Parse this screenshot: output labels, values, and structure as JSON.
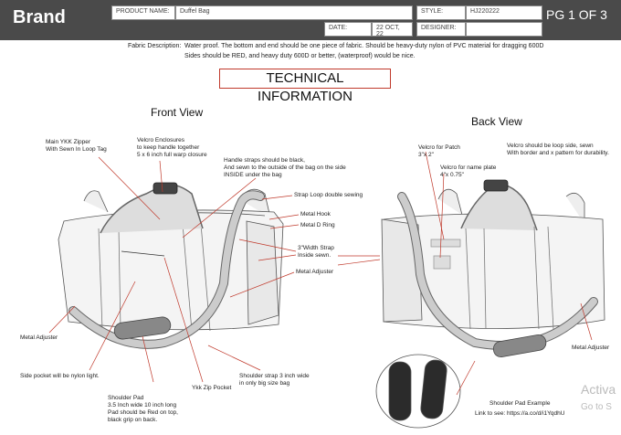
{
  "header": {
    "brand": "Brand",
    "product_name_label": "PRODUCT NAME:",
    "product_name": "Duffel Bag",
    "date_label": "DATE:",
    "date": "22 OCT, 22",
    "style_label": "STYLE:",
    "style": "HJ220222",
    "designer_label": "DESIGNER:",
    "designer": "",
    "page": "PG  1 OF 3"
  },
  "fabric": {
    "label": "Fabric Description:",
    "line1": "Water proof. The bottom and end should be one piece of fabric. Should be heavy-duty nylon of PVC material for dragging 600D",
    "line2": "Sides should be RED, and heavy duty 600D or better, (waterproof) would be nice."
  },
  "technical_title": "TECHNICAL INFORMATION",
  "front_view": {
    "title": "Front View",
    "annotations": {
      "main_zipper": "Main YKK Zipper\nWith Sewn In Loop Tag",
      "velcro_enclosures": "Velcro Enclosures\nto keep handle together\n5 x 6 inch full warp closure",
      "handle_straps": "Handle straps should be black,\nAnd sewn to the outside of the bag on the side\nINSIDE under the bag",
      "strap_loop": "Strap Loop double sewing",
      "metal_hook": "Metal Hook",
      "metal_d_ring": "Metal D Ring",
      "strap_width": "3\"Width Strap\nInside sewn.",
      "metal_adjuster_right": "Metal Adjuster",
      "metal_adjuster_left": "Metal Adjuster",
      "side_pocket": "Side pocket will be nylon light.",
      "shoulder_pad": "Shoulder Pad\n3.5 Inch wide 10 inch long\nPad should be Red on top,\nblack grip on back.",
      "zip_pocket": "Ykk Zip Pocket",
      "shoulder_strap": "Shoulder strap 3 inch wide\nin only big size bag"
    }
  },
  "back_view": {
    "title": "Back View",
    "annotations": {
      "velcro_patch": "Velcro for Patch\n3\"x 2\"",
      "velcro_name_plate": "Velcro for name plate\n4\"x 0.75\"",
      "velcro_loop_side": "Velcro should be loop side, sewn\nWith border and x pattern for durability.",
      "metal_adjuster": "Metal Adjuster",
      "shoulder_pad_example": "Shoulder Pad Example",
      "link": "Link to see: https://a.co/d/i1YqdhU"
    }
  },
  "watermark": {
    "line1": "Activa",
    "line2": "Go to S"
  },
  "colors": {
    "header_bg": "#4a4a4a",
    "annotation_line": "#c0392b",
    "pad": "#2b2b2b"
  }
}
